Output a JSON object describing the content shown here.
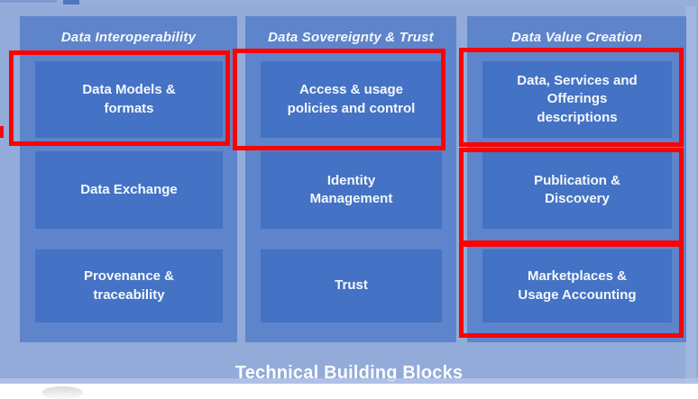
{
  "columns": [
    {
      "header": "Data Interoperability",
      "boxes": [
        "Data Models &\nformats",
        "Data Exchange",
        "Provenance &\ntraceability"
      ]
    },
    {
      "header": "Data Sovereignty & Trust",
      "boxes": [
        "Access & usage\npolicies and control",
        "Identity\nManagement",
        "Trust"
      ]
    },
    {
      "header": "Data Value Creation",
      "boxes": [
        "Data, Services and\nOfferings\ndescriptions",
        "Publication &\nDiscovery",
        "Marketplaces &\nUsage Accounting"
      ]
    }
  ],
  "footer": {
    "label": "Technical Building Blocks"
  },
  "highlights": {
    "color": "#FE0101",
    "items": [
      "data-models-formats",
      "access-usage-policies",
      "data-services-offerings-descriptions",
      "publication-discovery",
      "marketplaces-usage-accounting"
    ]
  },
  "colors": {
    "panel_background": "#92ABD9",
    "column_background": "#5E84CB",
    "block_background": "#4472C4",
    "text": "#F4F8FD",
    "highlight": "#FE0101"
  }
}
